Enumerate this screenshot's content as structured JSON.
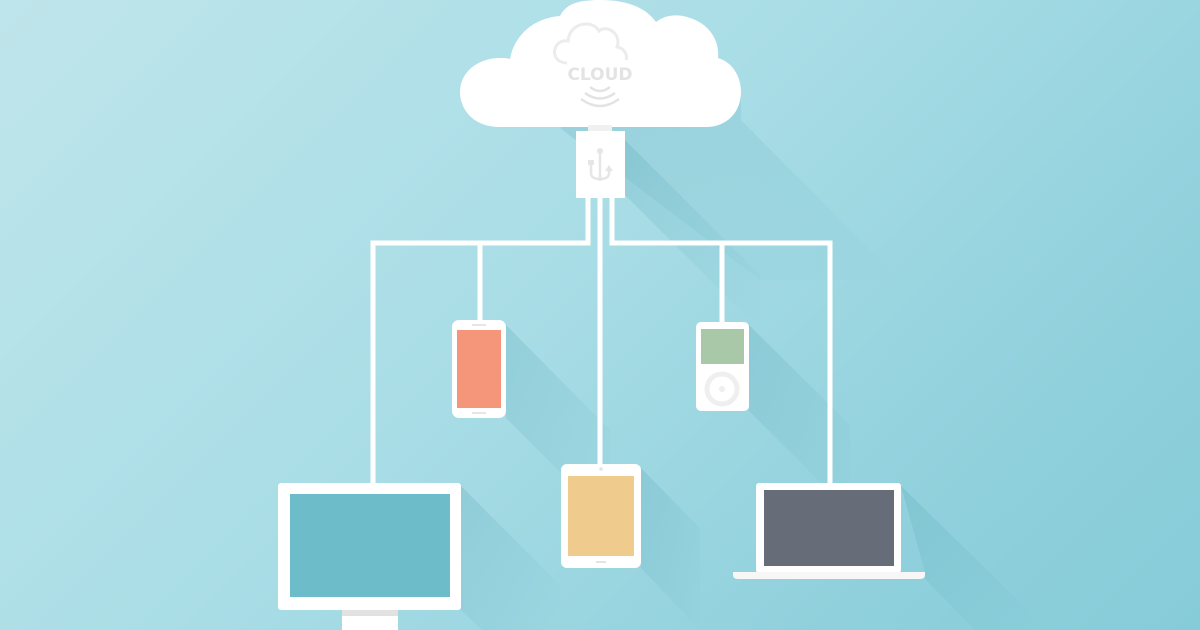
{
  "scene": {
    "title": "Cloud computing connected devices illustration",
    "background": {
      "from": "#bfe5eb",
      "to": "#86ccd8"
    }
  },
  "cloud": {
    "label": "CLOUD",
    "color": "#ffffff",
    "emblem_color": "#ececec",
    "icons": [
      "cloud-outline-icon",
      "wifi-signal-icon"
    ]
  },
  "usb_plug": {
    "icon": "usb-icon",
    "color": "#ffffff"
  },
  "wire_color": "#ffffff",
  "devices": [
    {
      "name": "smartphone",
      "screen_color": "#f5967a"
    },
    {
      "name": "music-player",
      "screen_color": "#a9c8a7"
    },
    {
      "name": "tablet",
      "screen_color": "#efcb8e"
    },
    {
      "name": "desktop-monitor",
      "screen_color": "#6cbcca"
    },
    {
      "name": "laptop",
      "screen_color": "#676c79"
    }
  ],
  "shadow_color": "#5aa9b8"
}
